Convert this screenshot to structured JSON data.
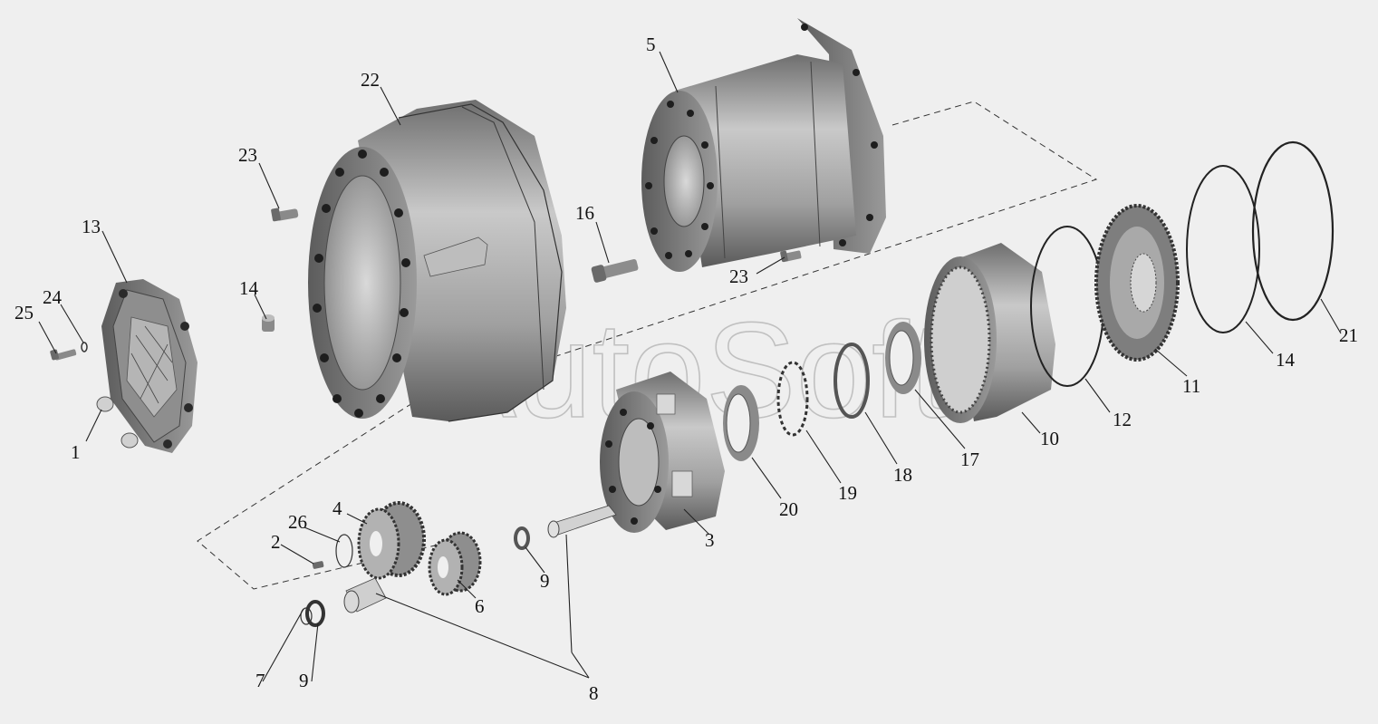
{
  "watermark": "AutoSoft",
  "callouts": {
    "c1": "1",
    "c2": "2",
    "c3": "3",
    "c4": "4",
    "c5": "5",
    "c6": "6",
    "c7": "7",
    "c8": "8",
    "c9a": "9",
    "c9b": "9",
    "c10": "10",
    "c11": "11",
    "c12": "12",
    "c13": "13",
    "c14a": "14",
    "c14b": "14",
    "c16": "16",
    "c17": "17",
    "c18": "18",
    "c19": "19",
    "c20": "20",
    "c21": "21",
    "c22": "22",
    "c23a": "23",
    "c23b": "23",
    "c24": "24",
    "c25": "25",
    "c26": "26"
  },
  "colors": {
    "background": "#efefef",
    "part": "#9c9c9c",
    "part_light": "#cfcfcf",
    "part_dark": "#555555",
    "line": "#222222"
  }
}
